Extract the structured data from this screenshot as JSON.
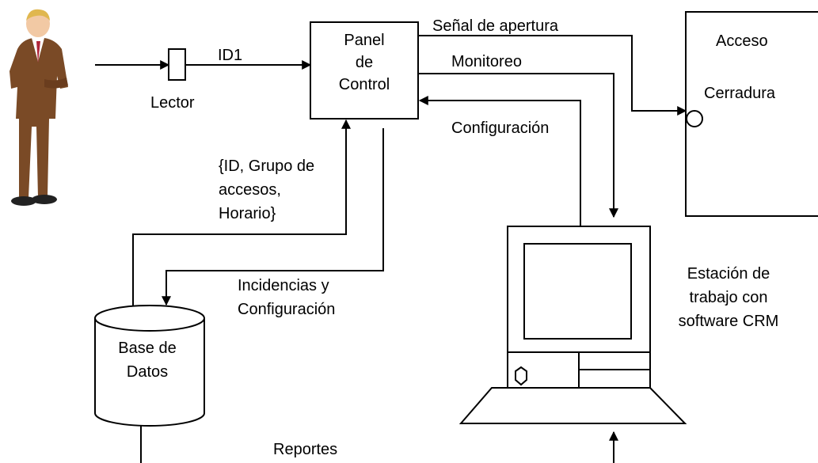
{
  "diagram": {
    "reader_id_label": "ID1",
    "reader_label": "Lector",
    "control_panel": {
      "line1": "Panel",
      "line2": "de",
      "line3": "Control"
    },
    "signal_open_label": "Señal de apertura",
    "monitoring_label": "Monitoreo",
    "configuration_label": "Configuración",
    "access_box": {
      "title": "Acceso",
      "lock_label": "Cerradura"
    },
    "db_query": {
      "line1": "{ID, Grupo de",
      "line2": "accesos,",
      "line3": "Horario}"
    },
    "incidents": {
      "line1": "Incidencias y",
      "line2": "Configuración"
    },
    "database": {
      "line1": "Base de",
      "line2": "Datos"
    },
    "workstation": {
      "line1": "Estación de",
      "line2": "trabajo con",
      "line3": "software CRM"
    },
    "reports_label": "Reportes"
  },
  "colors": {
    "line": "#000000",
    "suit": "#7a4a26",
    "skin": "#f2c9a4",
    "hair": "#e0b74f",
    "tie": "#b0263a",
    "shoe": "#222222"
  }
}
